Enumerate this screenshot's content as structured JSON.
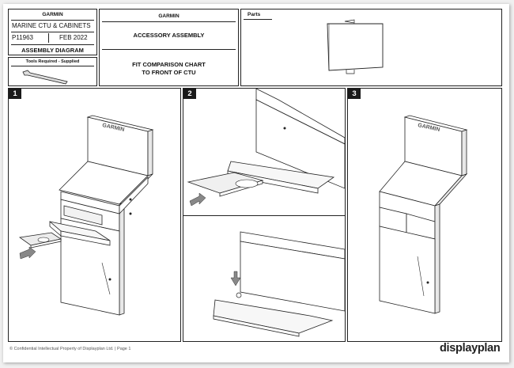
{
  "title_block": {
    "brand": "GARMIN",
    "product": "MARINE CTU & CABINETS",
    "part_number": "P11963",
    "date": "FEB 2022",
    "doc_type": "ASSEMBLY DIAGRAM"
  },
  "tools": {
    "label": "Tools Required - Supplied",
    "icon": "allen-key-icon"
  },
  "assembly": {
    "brand": "GARMIN",
    "title": "ACCESSORY ASSEMBLY",
    "subtitle_line1": "FIT COMPARISON CHART",
    "subtitle_line2": "TO FRONT OF CTU"
  },
  "parts": {
    "label": "Parts",
    "icon": "panel-part-icon"
  },
  "steps": [
    {
      "number": "1",
      "cabinet_brand": "GARMIN"
    },
    {
      "number": "2"
    },
    {
      "number": "3",
      "cabinet_brand": "GARMIN"
    }
  ],
  "footer": {
    "text": "© Confidential Intellectual Property of Displayplan Ltd. | Page 1"
  },
  "logo": {
    "text": "displayplan"
  }
}
